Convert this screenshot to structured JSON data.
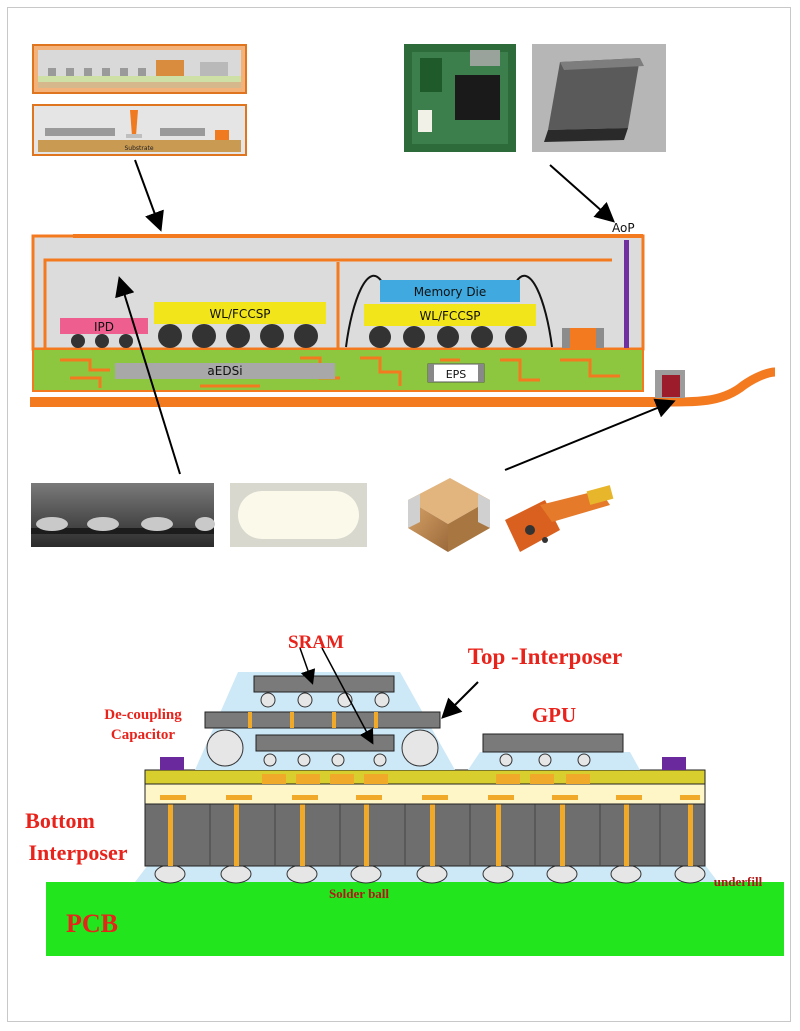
{
  "top_diagram": {
    "thumb_substrate_label": "Substrate",
    "ipd": "IPD",
    "wl_fccsp_left": "WL/FCCSP",
    "wl_fccsp_right": "WL/FCCSP",
    "memory_die": "Memory Die",
    "aedsi": "aEDSi",
    "eps": "EPS",
    "aop": "AoP"
  },
  "bottom_diagram": {
    "sram": "SRAM",
    "top_interposer": "Top -Interposer",
    "decoupling_line1": "De-coupling",
    "decoupling_line2": "Capacitor",
    "gpu": "GPU",
    "bottom_line1": "Bottom",
    "bottom_line2": "Interposer",
    "underfill": "underfill",
    "solder_ball": "Solder ball",
    "pcb": "PCB"
  },
  "colors": {
    "orange": "#f47a20",
    "green_substrate": "#8dc63f",
    "yellow_chip": "#f2e61a",
    "pink_ipd": "#ee5f8f",
    "blue_memory": "#3fa9e0",
    "pcb_green": "#22e51e",
    "red_label": "#e8231b",
    "purple": "#7030a0"
  }
}
